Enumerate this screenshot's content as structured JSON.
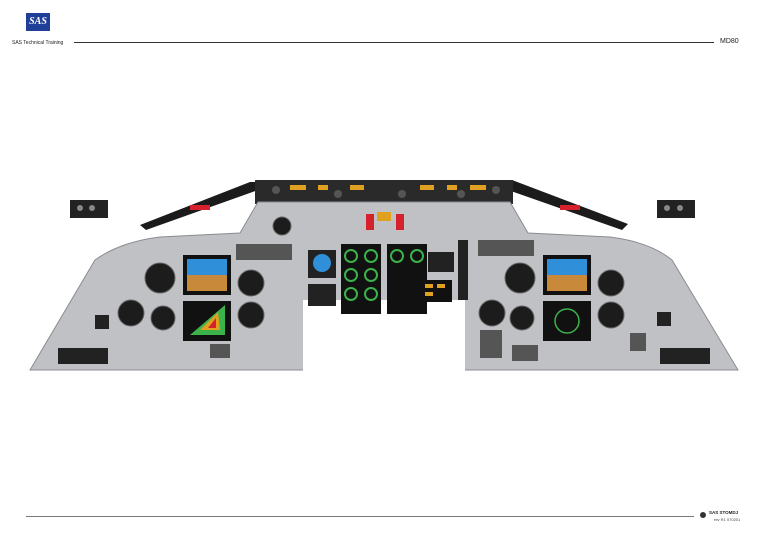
{
  "header": {
    "logo_text": "SAS",
    "subtitle": "SAS Technical Training",
    "doc_code": "MD80"
  },
  "footer": {
    "code": "SAS STOMDJ",
    "revision": "rev R1 070201"
  },
  "colors": {
    "logo_blue": "#1f3f98",
    "panel_gray": "#bfc1c4",
    "glareshield": "#1b1b1b",
    "warning_red": "#d6202b",
    "radar_green": "#3bb34a",
    "sky_blue": "#2f8fd8",
    "ground_brown": "#c88a3a"
  },
  "icons": [
    "attitude-indicator-icon",
    "weather-radar-icon",
    "engine-gauge-icon",
    "throttle-icon"
  ]
}
